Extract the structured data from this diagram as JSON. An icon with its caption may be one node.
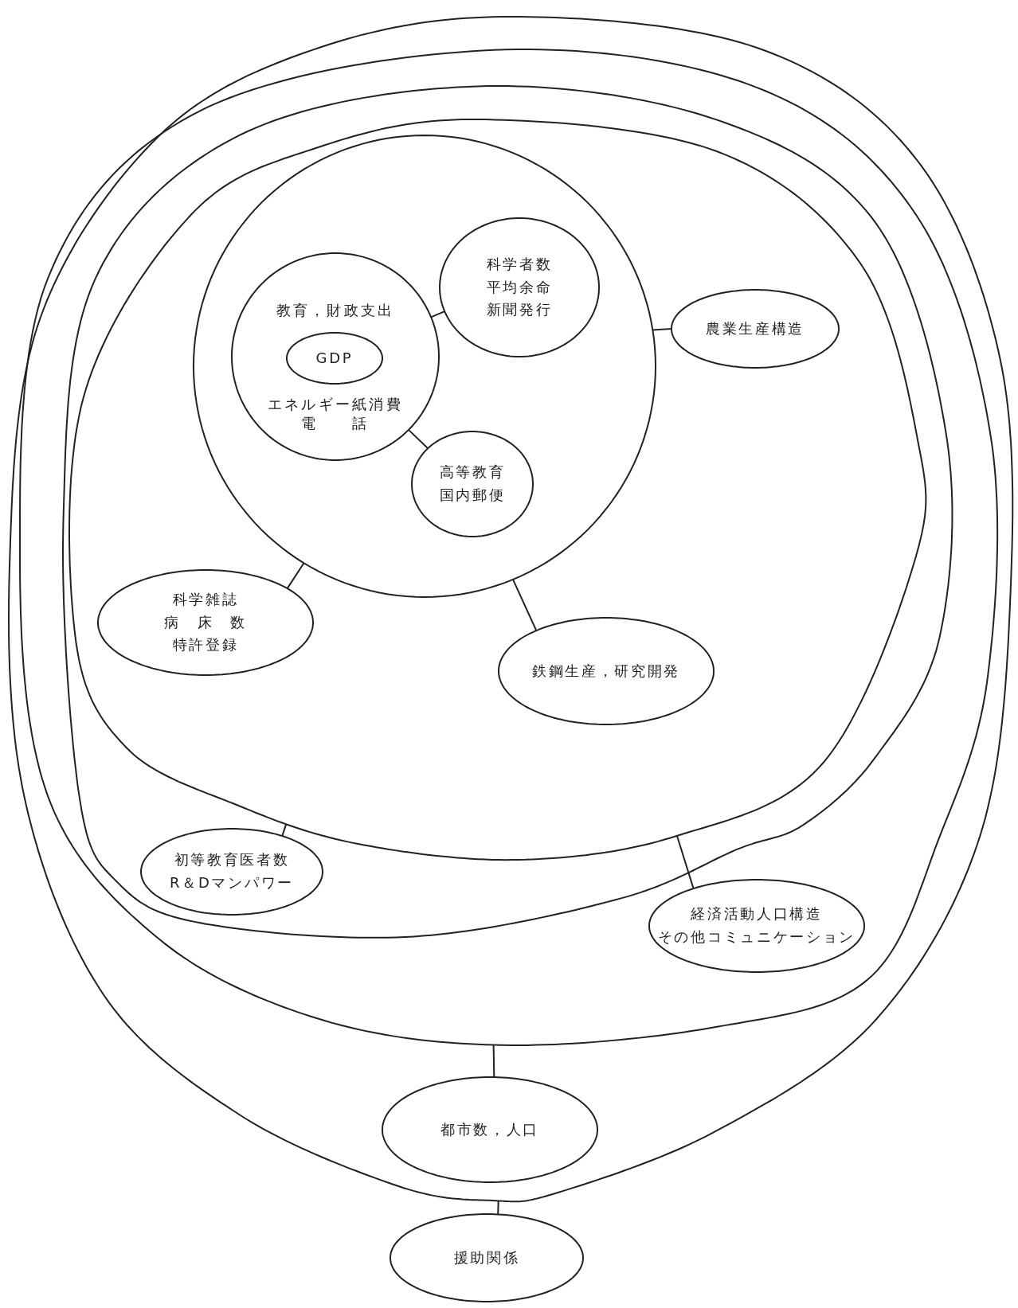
{
  "diagram": {
    "nodes": [
      {
        "text": [],
        "shape": "circle"
      },
      {
        "text": [],
        "shape": "circle",
        "in": 0
      },
      {
        "text": [],
        "shape": "circle",
        "in": 1
      },
      {
        "text": [],
        "shape": "circle",
        "in": 2
      },
      {
        "text": [],
        "shape": "circle",
        "in": 3
      },
      {
        "text": [
          "教育，財政支出",
          "エネルギー紙消費",
          "電　　話"
        ],
        "in": 4
      },
      {
        "text": [
          "GDP"
        ],
        "in": 5
      },
      {
        "text": [
          "科学者数",
          "平均余命",
          "新聞発行"
        ],
        "in": 4
      },
      {
        "text": [
          "高等教育",
          "国内郵便"
        ],
        "in": 4
      },
      {
        "text": [
          "農業生産構造"
        ],
        "in": 3
      },
      {
        "text": [
          "科学雑誌",
          "病　床　数",
          "特許登録"
        ],
        "in": 3
      },
      {
        "text": [
          "鉄鋼生産，研究開発"
        ],
        "in": 3
      },
      {
        "text": [
          "初等教育医者数",
          "R＆Dマンパワー"
        ],
        "in": 2
      },
      {
        "text": [
          "経済活動人口構造",
          "その他コミュニケーション"
        ],
        "in": 1
      },
      {
        "text": [
          "都市数，人口"
        ],
        "in": 0
      },
      {
        "text": [
          "援助関係"
        ]
      }
    ],
    "edges": [
      {
        "from": 7,
        "to": 5,
        "arrow": "none"
      },
      {
        "from": 5,
        "to": 8,
        "arrow": "none"
      },
      {
        "from": 4,
        "to": 9,
        "arrow": "none"
      },
      {
        "from": 4,
        "to": 10,
        "arrow": "none"
      },
      {
        "from": 4,
        "to": 11,
        "arrow": "none"
      },
      {
        "from": 3,
        "to": 12,
        "arrow": "none"
      },
      {
        "from": 3,
        "to": 13,
        "arrow": "none"
      },
      {
        "from": 1,
        "to": 14,
        "arrow": "none"
      },
      {
        "from": 0,
        "to": 15,
        "arrow": "none"
      }
    ]
  }
}
